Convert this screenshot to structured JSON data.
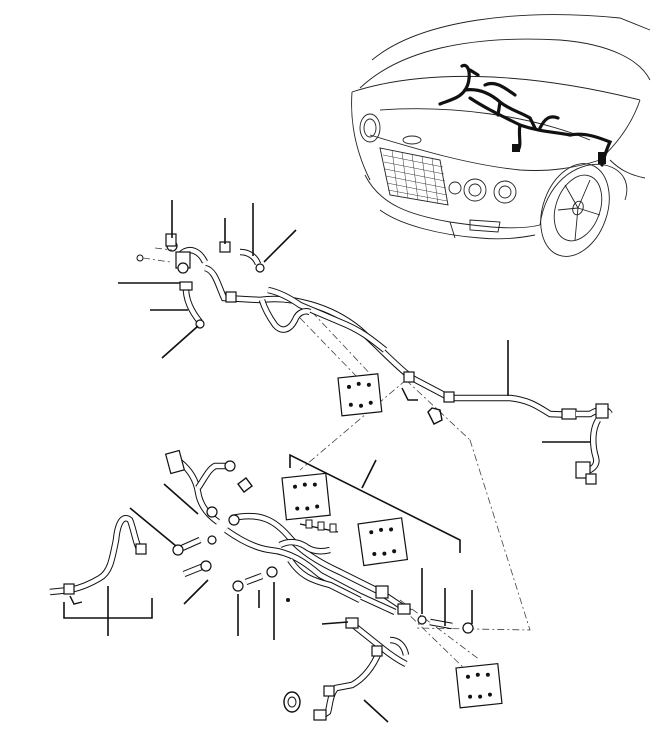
{
  "diagram": {
    "type": "exploded-parts-diagram",
    "has_text_labels": false,
    "colors": {
      "line": "#111111",
      "background": "#ffffff"
    },
    "icons": [
      "car-front-view",
      "wiring-harness",
      "mounting-plate",
      "pipe-clip",
      "hose-connector"
    ]
  }
}
